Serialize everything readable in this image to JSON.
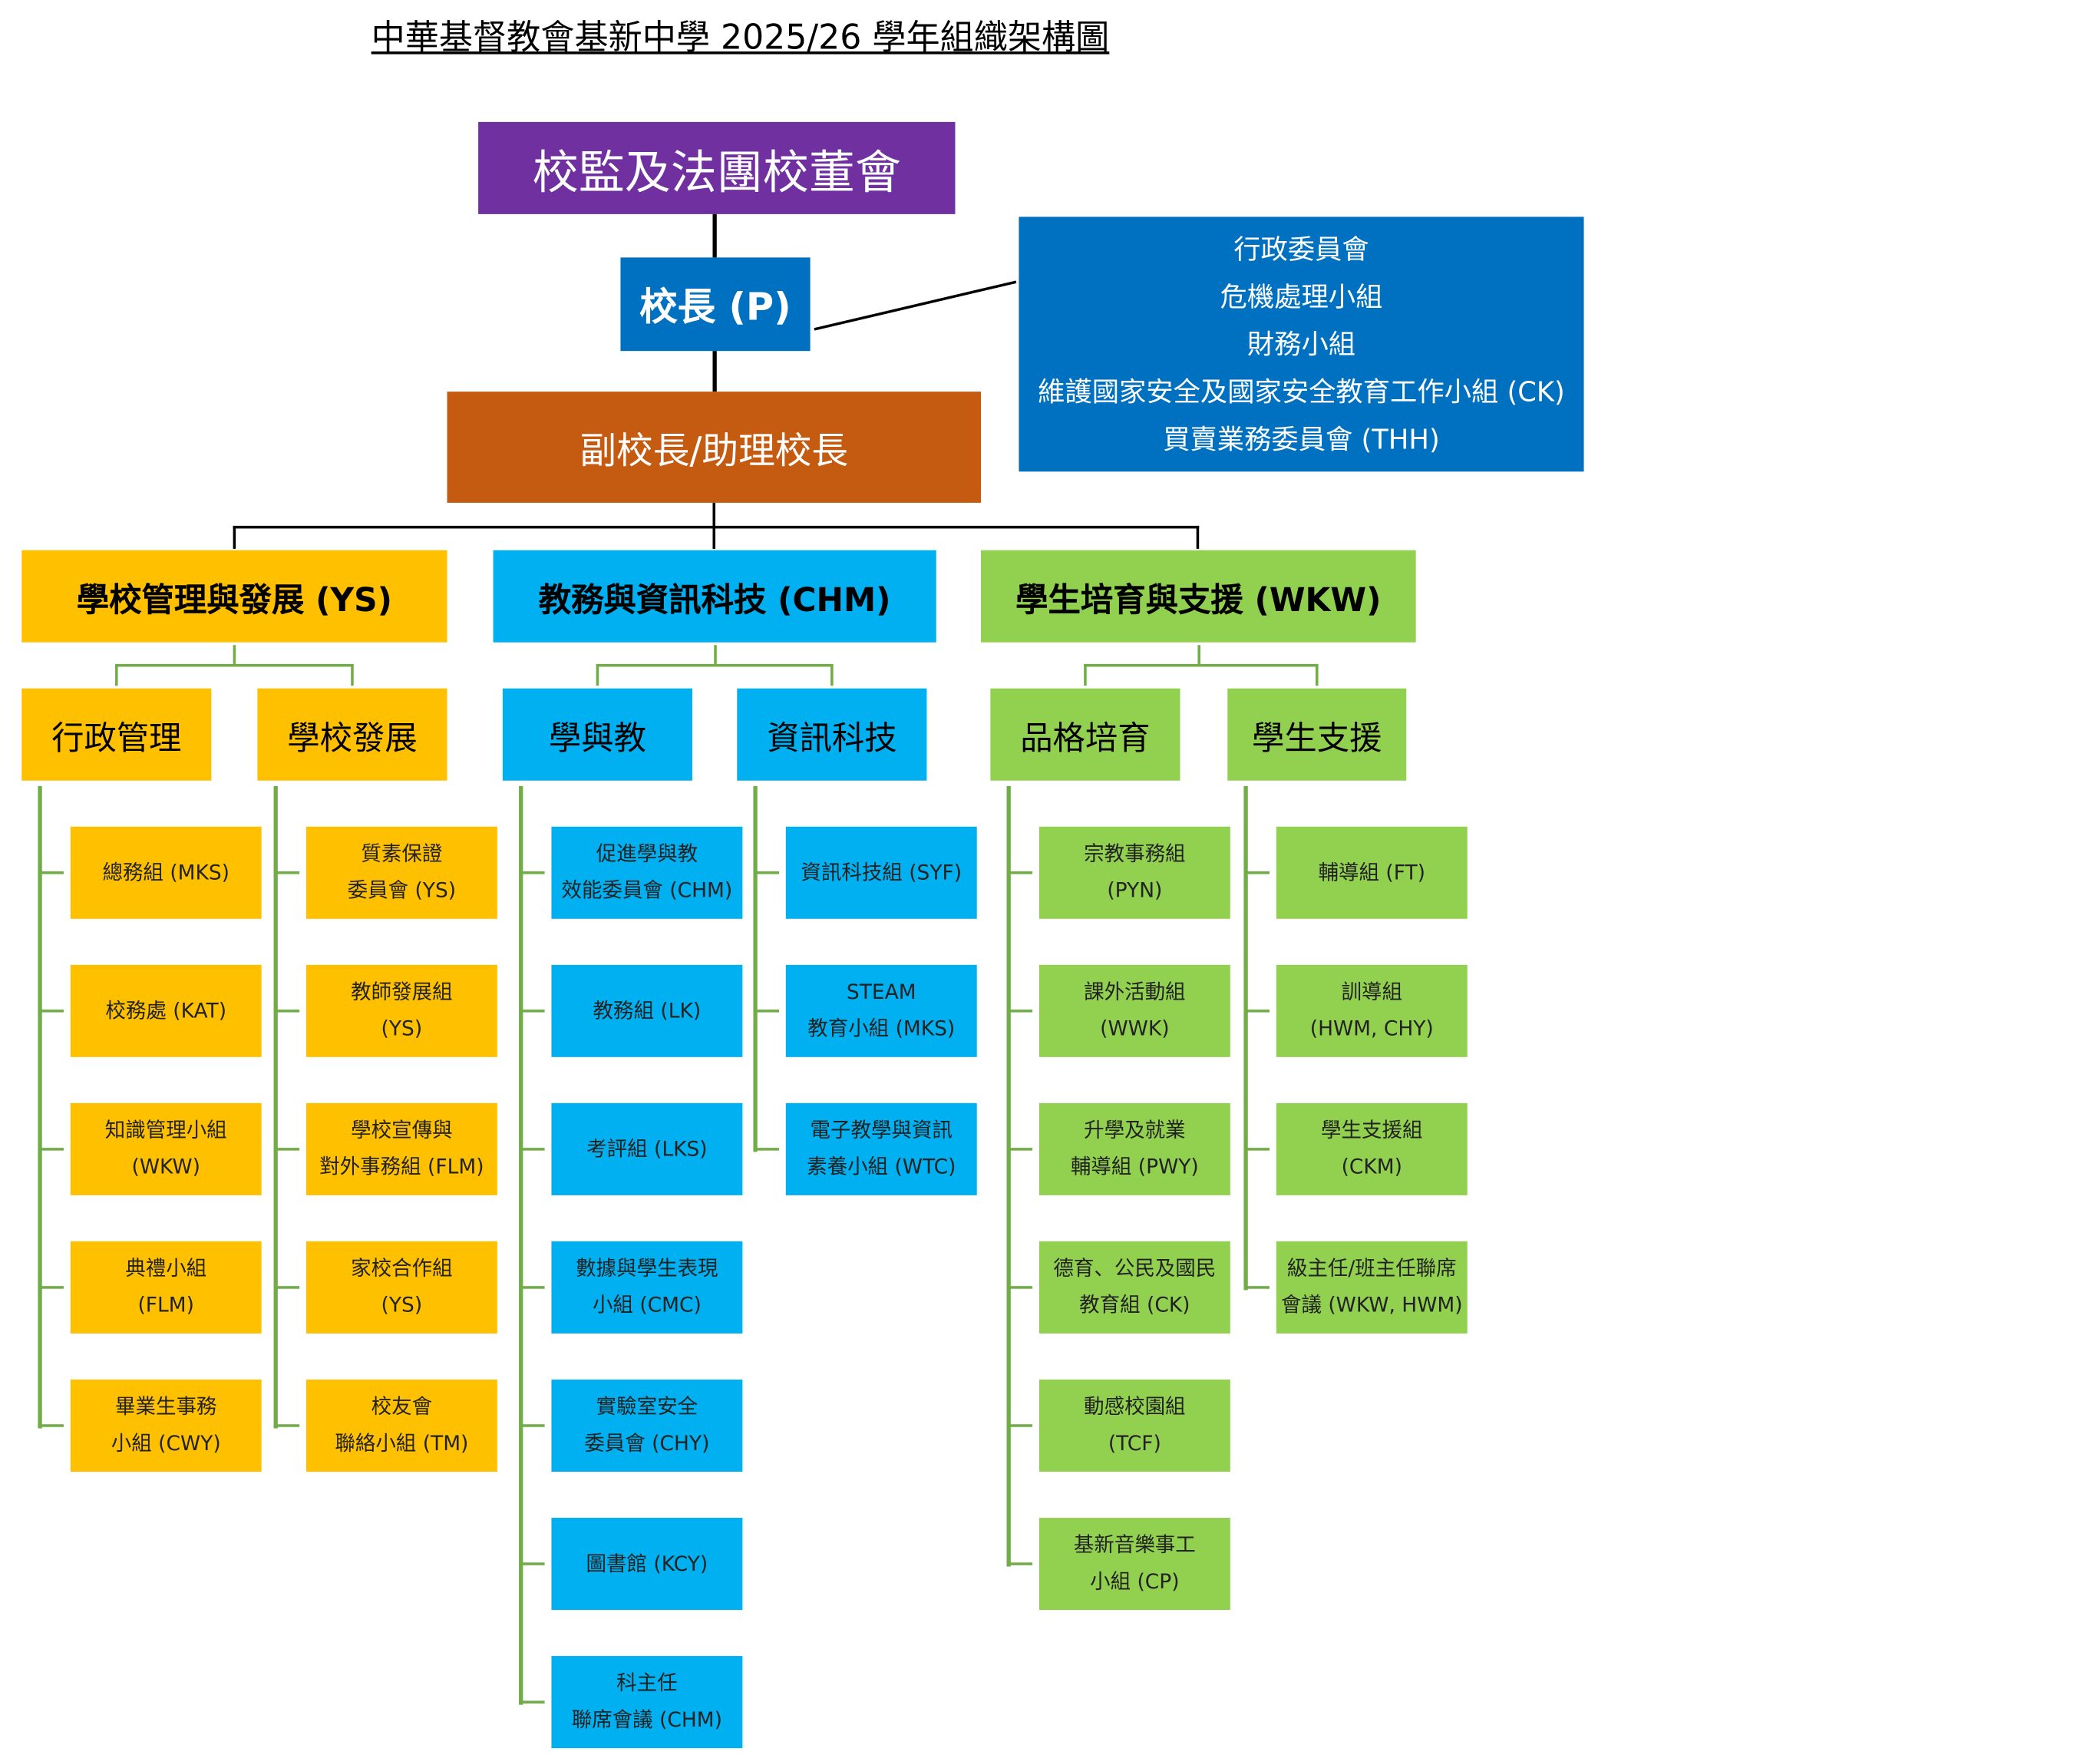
{
  "title": "中華基督教會基新中學 2025/26 學年組織架構圖",
  "supervisor": "校監及法團校董會",
  "principal": "校長 (P)",
  "committees": [
    "行政委員會",
    "危機處理小組",
    "財務小組",
    "維護國家安全及國家安全教育工作小組 (CK)",
    "買賣業務委員會 (THH)"
  ],
  "vice": "副校長/助理校長",
  "colors": {
    "purple": "#7030a0",
    "blue": "#0070c0",
    "orange": "#c55a11",
    "yellow": "#ffc000",
    "cyan": "#00b0f0",
    "green": "#92d050",
    "connector": "#70ad47"
  },
  "divisions": [
    {
      "label": "學校管理與發展 (YS)",
      "groups": [
        {
          "label": "行政管理",
          "items": [
            [
              "總務組 (MKS)"
            ],
            [
              "校務處 (KAT)"
            ],
            [
              "知識管理小組",
              "(WKW)"
            ],
            [
              "典禮小組",
              "(FLM)"
            ],
            [
              "畢業生事務",
              "小組 (CWY)"
            ]
          ]
        },
        {
          "label": "學校發展",
          "items": [
            [
              "質素保證",
              "委員會 (YS)"
            ],
            [
              "教師發展組",
              "(YS)"
            ],
            [
              "學校宣傳與",
              "對外事務組 (FLM)"
            ],
            [
              "家校合作組",
              "(YS)"
            ],
            [
              "校友會",
              "聯絡小組 (TM)"
            ]
          ]
        }
      ]
    },
    {
      "label": "教務與資訊科技 (CHM)",
      "groups": [
        {
          "label": "學與教",
          "items": [
            [
              "促進學與教",
              "效能委員會 (CHM)"
            ],
            [
              "教務組 (LK)"
            ],
            [
              "考評組 (LKS)"
            ],
            [
              "數據與學生表現",
              "小組 (CMC)"
            ],
            [
              "實驗室安全",
              "委員會 (CHY)"
            ],
            [
              "圖書館 (KCY)"
            ],
            [
              "科主任",
              "聯席會議 (CHM)"
            ]
          ]
        },
        {
          "label": "資訊科技",
          "items": [
            [
              "資訊科技組 (SYF)"
            ],
            [
              "STEAM",
              "教育小組 (MKS)"
            ],
            [
              "電子教學與資訊",
              "素養小組 (WTC)"
            ]
          ]
        }
      ]
    },
    {
      "label": "學生培育與支援 (WKW)",
      "groups": [
        {
          "label": "品格培育",
          "items": [
            [
              "宗教事務組",
              "(PYN)"
            ],
            [
              "課外活動組",
              "(WWK)"
            ],
            [
              "升學及就業",
              "輔導組 (PWY)"
            ],
            [
              "德育、公民及國民",
              "教育組 (CK)"
            ],
            [
              "動感校園組",
              "(TCF)"
            ],
            [
              "基新音樂事工",
              "小組 (CP)"
            ]
          ]
        },
        {
          "label": "學生支援",
          "items": [
            [
              "輔導組 (FT)"
            ],
            [
              "訓導組",
              "(HWM, CHY)"
            ],
            [
              "學生支援組",
              "(CKM)"
            ],
            [
              "級主任/班主任聯席",
              "會議 (WKW, HWM)"
            ]
          ]
        }
      ]
    }
  ]
}
